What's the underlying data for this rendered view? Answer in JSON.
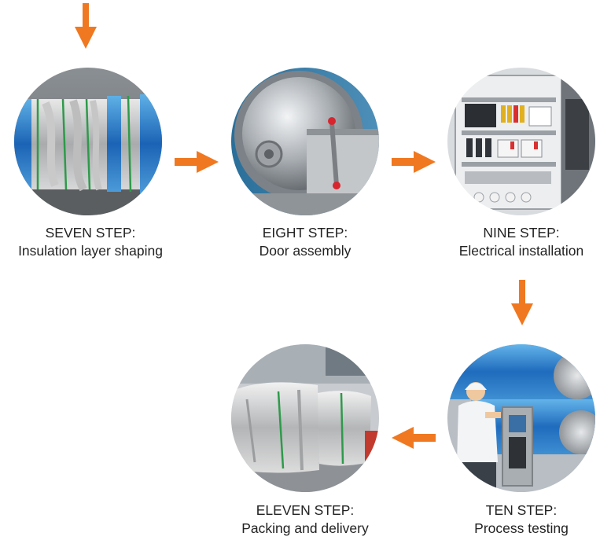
{
  "colors": {
    "arrow": "#F07820",
    "text": "#222222",
    "background": "#FFFFFF"
  },
  "steps": [
    {
      "step": "SEVEN STEP:",
      "title": "Insulation layer shaping",
      "image": "insulated-vessel-photo"
    },
    {
      "step": "EIGHT STEP:",
      "title": "Door assembly",
      "image": "vessel-door-photo"
    },
    {
      "step": "NINE STEP:",
      "title": "Electrical installation",
      "image": "control-cabinet-photo"
    },
    {
      "step": "TEN STEP:",
      "title": "Process testing",
      "image": "testing-worker-photo"
    },
    {
      "step": "ELEVEN STEP:",
      "title": "Packing and delivery",
      "image": "wrapped-package-photo"
    }
  ],
  "arrows": [
    {
      "from": "start",
      "to": "step-7",
      "direction": "down"
    },
    {
      "from": "step-7",
      "to": "step-8",
      "direction": "right"
    },
    {
      "from": "step-8",
      "to": "step-9",
      "direction": "right"
    },
    {
      "from": "step-9",
      "to": "step-10",
      "direction": "down"
    },
    {
      "from": "step-10",
      "to": "step-11",
      "direction": "left"
    }
  ]
}
